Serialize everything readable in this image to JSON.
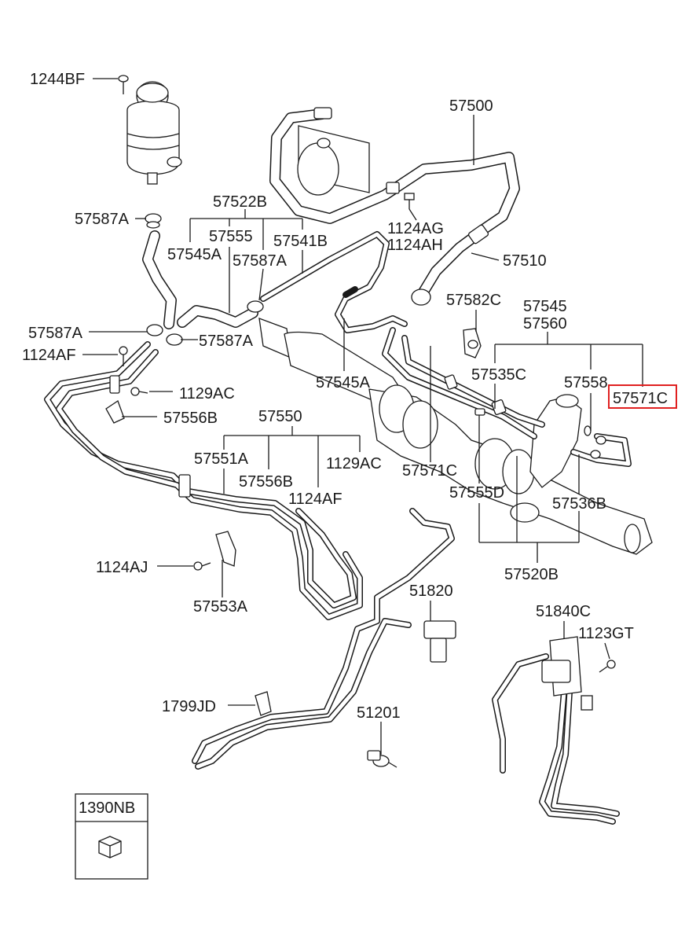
{
  "labels": {
    "l_1244BF": "1244BF",
    "l_57500": "57500",
    "l_57522B": "57522B",
    "l_57587A_top": "57587A",
    "l_57555_top": "57555",
    "l_57541B": "57541B",
    "l_1124AG": "1124AG",
    "l_1124AH": "1124AH",
    "l_57545A_top": "57545A",
    "l_57587A_mid": "57587A",
    "l_57510": "57510",
    "l_57582C": "57582C",
    "l_57545": "57545",
    "l_57560": "57560",
    "l_57587A_left": "57587A",
    "l_57587A_right": "57587A",
    "l_1124AF_left": "1124AF",
    "l_57535C": "57535C",
    "l_57558": "57558",
    "l_57545A_mid": "57545A",
    "l_1129AC_top": "1129AC",
    "l_57556B_top": "57556B",
    "l_57550": "57550",
    "l_57551A": "57551A",
    "l_1129AC_mid": "1129AC",
    "l_57571C_mid": "57571C",
    "l_57556B_mid": "57556B",
    "l_57555D": "57555D",
    "l_1124AF_mid": "1124AF",
    "l_57536B": "57536B",
    "l_57520B": "57520B",
    "l_1124AJ": "1124AJ",
    "l_57553A": "57553A",
    "l_51820": "51820",
    "l_51840C": "51840C",
    "l_1123GT": "1123GT",
    "l_1799JD": "1799JD",
    "l_51201": "51201",
    "l_1390NB": "1390NB"
  },
  "highlighted": {
    "label": "57571C",
    "color": "#e02020"
  }
}
